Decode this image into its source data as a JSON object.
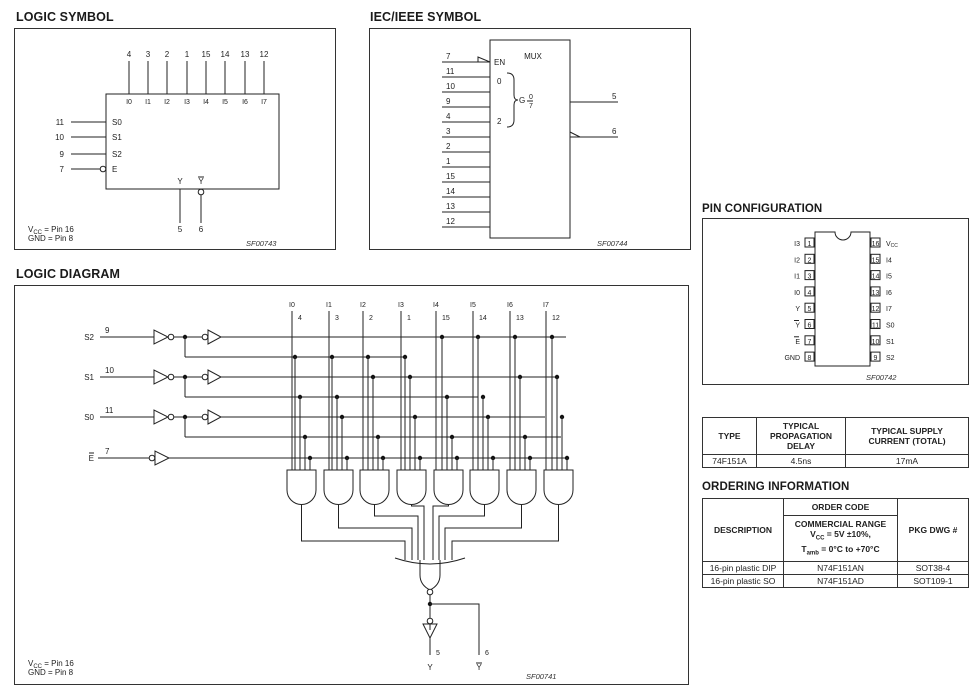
{
  "logic_symbol": {
    "title": "LOGIC SYMBOL",
    "top_pins": [
      {
        "pin": "4",
        "label": "I0"
      },
      {
        "pin": "3",
        "label": "I1"
      },
      {
        "pin": "2",
        "label": "I2"
      },
      {
        "pin": "1",
        "label": "I3"
      },
      {
        "pin": "15",
        "label": "I4"
      },
      {
        "pin": "14",
        "label": "I5"
      },
      {
        "pin": "13",
        "label": "I6"
      },
      {
        "pin": "12",
        "label": "I7"
      }
    ],
    "left_pins": [
      {
        "pin": "11",
        "label": "S0"
      },
      {
        "pin": "10",
        "label": "S1"
      },
      {
        "pin": "9",
        "label": "S2"
      },
      {
        "pin": "7",
        "label": "E",
        "inverted": true
      }
    ],
    "bottom_pins": [
      {
        "pin": "5",
        "label": "Y"
      },
      {
        "pin": "6",
        "label": "Y",
        "inverted": true
      }
    ],
    "vcc_note": "V",
    "vcc_sub": "CC",
    "vcc_rest": " = Pin 16",
    "gnd_note": "GND = Pin 8",
    "figure_id": "SF00743"
  },
  "iec_symbol": {
    "title": "IEC/IEEE SYMBOL",
    "block_label": "MUX",
    "enable_label": "EN",
    "select_first": "0",
    "select_last": "2",
    "group_label": "G",
    "group_num": "0",
    "group_den": "7",
    "inputs": [
      "7",
      "11",
      "10",
      "9",
      "4",
      "3",
      "2",
      "1",
      "15",
      "14",
      "13",
      "12"
    ],
    "outputs": [
      "5",
      "6"
    ],
    "figure_id": "SF00744"
  },
  "logic_diagram": {
    "title": "LOGIC DIAGRAM",
    "controls": [
      {
        "name": "S2",
        "pin": "9"
      },
      {
        "name": "S1",
        "pin": "10"
      },
      {
        "name": "S0",
        "pin": "11"
      },
      {
        "name": "E",
        "pin": "7"
      }
    ],
    "data_inputs": [
      {
        "name": "I0",
        "pin": "4"
      },
      {
        "name": "I1",
        "pin": "3"
      },
      {
        "name": "I2",
        "pin": "2"
      },
      {
        "name": "I3",
        "pin": "1"
      },
      {
        "name": "I4",
        "pin": "15"
      },
      {
        "name": "I5",
        "pin": "14"
      },
      {
        "name": "I6",
        "pin": "13"
      },
      {
        "name": "I7",
        "pin": "12"
      }
    ],
    "outputs": [
      {
        "name": "Y",
        "pin": "5"
      },
      {
        "name": "Y",
        "pin": "6",
        "inverted": true
      }
    ],
    "vcc_note": "V",
    "vcc_sub": "CC",
    "vcc_rest": " = Pin 16",
    "gnd_note": "GND = Pin 8",
    "figure_id": "SF00741"
  },
  "pin_configuration": {
    "title": "PIN CONFIGURATION",
    "left": [
      {
        "pin": "1",
        "label": "I3"
      },
      {
        "pin": "2",
        "label": "I2"
      },
      {
        "pin": "3",
        "label": "I1"
      },
      {
        "pin": "4",
        "label": "I0"
      },
      {
        "pin": "5",
        "label": "Y"
      },
      {
        "pin": "6",
        "label": "Y",
        "inverted": true
      },
      {
        "pin": "7",
        "label": "E",
        "inverted": true
      },
      {
        "pin": "8",
        "label": "GND"
      }
    ],
    "right": [
      {
        "pin": "16",
        "label": "VCC"
      },
      {
        "pin": "15",
        "label": "I4"
      },
      {
        "pin": "14",
        "label": "I5"
      },
      {
        "pin": "13",
        "label": "I6"
      },
      {
        "pin": "12",
        "label": "I7"
      },
      {
        "pin": "11",
        "label": "S0"
      },
      {
        "pin": "10",
        "label": "S1"
      },
      {
        "pin": "9",
        "label": "S2"
      }
    ],
    "figure_id": "SF00742"
  },
  "spec_table": {
    "headers": [
      "TYPE",
      "TYPICAL PROPAGATION DELAY",
      "TYPICAL SUPPLY CURRENT (TOTAL)"
    ],
    "rows": [
      [
        "74F151A",
        "4.5ns",
        "17mA"
      ]
    ]
  },
  "ordering": {
    "title": "ORDERING INFORMATION",
    "col_description": "DESCRIPTION",
    "col_order_code": "ORDER CODE",
    "range_line1": "COMMERCIAL RANGE",
    "range_line2": "V",
    "range_line2_sub": "CC",
    "range_line2_rest": " = 5V ±10%,",
    "range_line3": "T",
    "range_line3_sub": "amb",
    "range_line3_rest": " = 0°C to +70°C",
    "col_pkg": "PKG DWG #",
    "rows": [
      [
        "16-pin plastic DIP",
        "N74F151AN",
        "SOT38-4"
      ],
      [
        "16-pin plastic SO",
        "N74F151AD",
        "SOT109-1"
      ]
    ]
  }
}
